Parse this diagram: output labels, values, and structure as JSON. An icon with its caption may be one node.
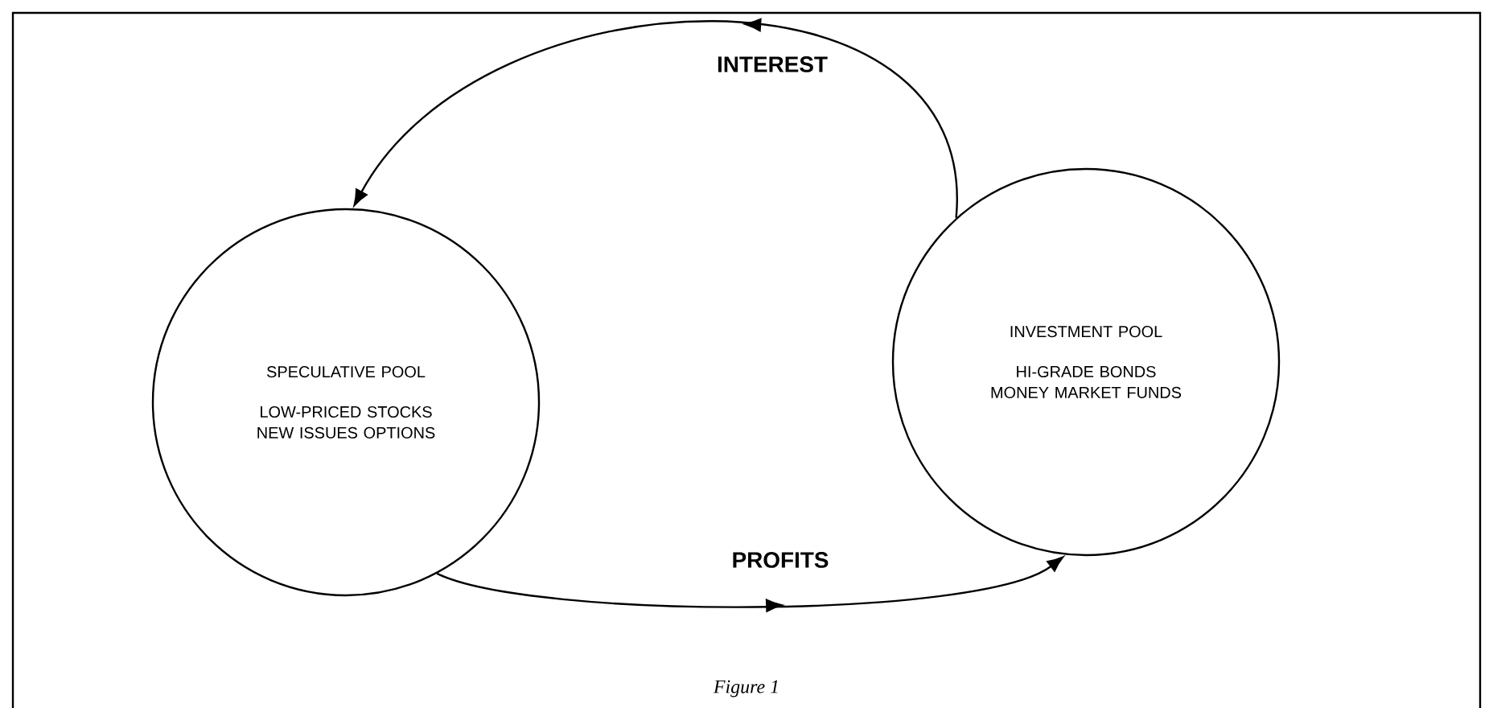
{
  "diagram": {
    "caption": "Figure 1",
    "nodes": [
      {
        "text": [
          "SPECULATIVE POOL",
          "LOW-PRICED STOCKS NEW ISSUES OPTIONS"
        ]
      },
      {
        "text": [
          "INVESTMENT POOL",
          "HI-GRADE BONDS MONEY MARKET FUNDS"
        ]
      }
    ],
    "edges": [
      {
        "from": 1,
        "to": 0,
        "arrow": "to",
        "label": "INTEREST"
      },
      {
        "from": 0,
        "to": 1,
        "arrow": "to",
        "label": "PROFITS"
      }
    ]
  }
}
